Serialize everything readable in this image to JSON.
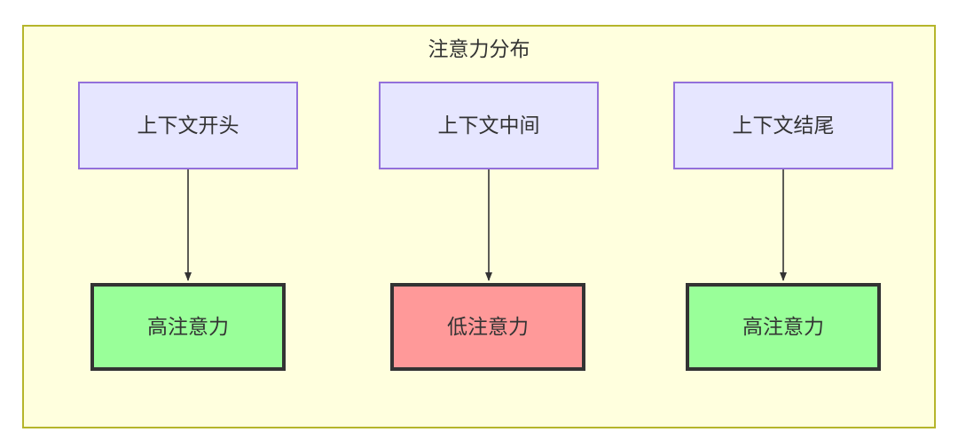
{
  "diagram": {
    "title": "注意力分布",
    "background_color": "#ffffde",
    "border_color": "#b5b52b",
    "context_nodes": [
      {
        "id": "ctx-start",
        "label": "上下文开头",
        "fill": "#e6e6ff",
        "stroke": "#9370db"
      },
      {
        "id": "ctx-middle",
        "label": "上下文中间",
        "fill": "#e6e6ff",
        "stroke": "#9370db"
      },
      {
        "id": "ctx-end",
        "label": "上下文结尾",
        "fill": "#e6e6ff",
        "stroke": "#9370db"
      }
    ],
    "attention_nodes": [
      {
        "id": "attn-1",
        "label": "高注意力",
        "level": "high",
        "fill": "#99ff99",
        "stroke": "#333333"
      },
      {
        "id": "attn-2",
        "label": "低注意力",
        "level": "low",
        "fill": "#ff9999",
        "stroke": "#333333"
      },
      {
        "id": "attn-3",
        "label": "高注意力",
        "level": "high",
        "fill": "#99ff99",
        "stroke": "#333333"
      }
    ],
    "edges": [
      {
        "from": "ctx-start",
        "to": "attn-1",
        "arrowhead": "triangle",
        "color": "#333333"
      },
      {
        "from": "ctx-middle",
        "to": "attn-2",
        "arrowhead": "triangle",
        "color": "#333333"
      },
      {
        "from": "ctx-end",
        "to": "attn-3",
        "arrowhead": "triangle",
        "color": "#333333"
      }
    ]
  }
}
